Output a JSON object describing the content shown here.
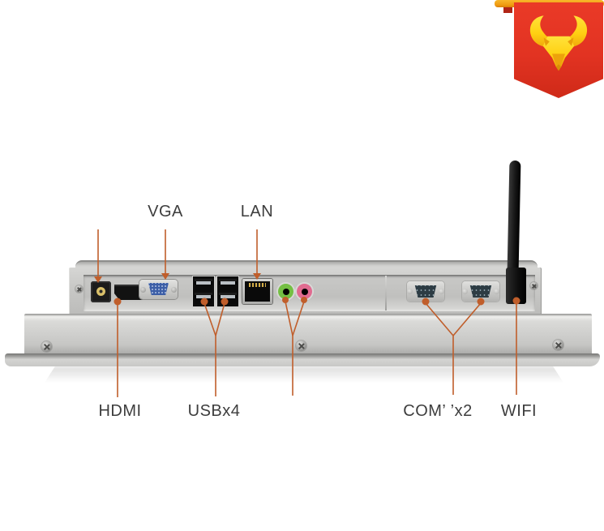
{
  "colors": {
    "accent": "#c05e2b",
    "label_text": "#3d3d3d",
    "badge_red": "#e23322",
    "badge_gold": "#ffd415",
    "badge_bar_orange": "#ef9a10"
  },
  "badge": {
    "icon": "bull-icon"
  },
  "annotations": {
    "top": {
      "vga": "VGA",
      "lan": "LAN"
    },
    "bottom": {
      "hdmi": "HDMI",
      "usb": "USBx4",
      "com": "COM’ ’x2",
      "wifi": "WIFI"
    }
  },
  "ports": [
    {
      "name": "dc-power-jack"
    },
    {
      "name": "hdmi-port"
    },
    {
      "name": "vga-port"
    },
    {
      "name": "usb-ports-x4"
    },
    {
      "name": "lan-port"
    },
    {
      "name": "audio-line-out-jack"
    },
    {
      "name": "microphone-jack"
    },
    {
      "name": "com-serial-port-1"
    },
    {
      "name": "com-serial-port-2"
    },
    {
      "name": "wifi-antenna"
    }
  ]
}
